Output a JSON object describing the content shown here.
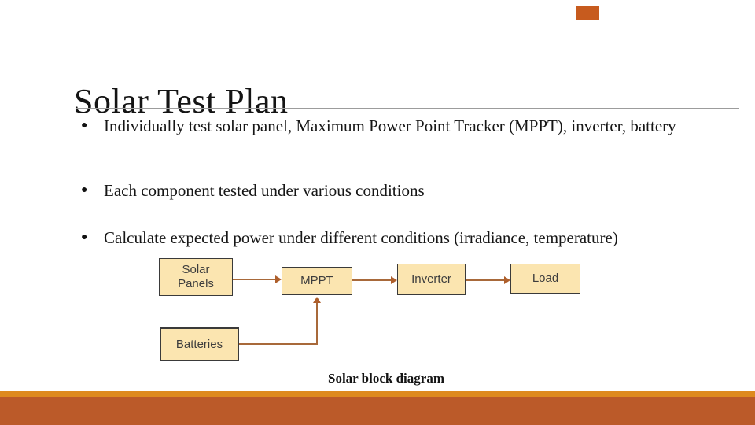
{
  "slide": {
    "title": "Solar Test Plan",
    "bullet_char": "●",
    "bullets": [
      "Individually test solar panel, Maximum Power Point Tracker (MPPT), inverter, battery",
      "Each component tested under various conditions",
      "Calculate expected power under different conditions (irradiance, temperature)"
    ],
    "caption": "Solar block diagram"
  },
  "diagram": {
    "blocks": [
      {
        "id": "solar-panels",
        "label": "Solar Panels"
      },
      {
        "id": "mppt",
        "label": "MPPT"
      },
      {
        "id": "inverter",
        "label": "Inverter"
      },
      {
        "id": "load",
        "label": "Load"
      },
      {
        "id": "batteries",
        "label": "Batteries"
      }
    ],
    "connections": [
      "Solar Panels → MPPT",
      "MPPT → Inverter",
      "Inverter → Load",
      "Batteries → MPPT"
    ]
  },
  "colors": {
    "top_accent": "#c75b1e",
    "bottom_bar_orange": "#de8a1f",
    "bottom_bar_rust": "#bb5a29",
    "block_fill": "#fbe5b0",
    "block_border": "#3a3a3a",
    "arrow": "#a8693a",
    "title_rule": "#9c9c9c"
  }
}
